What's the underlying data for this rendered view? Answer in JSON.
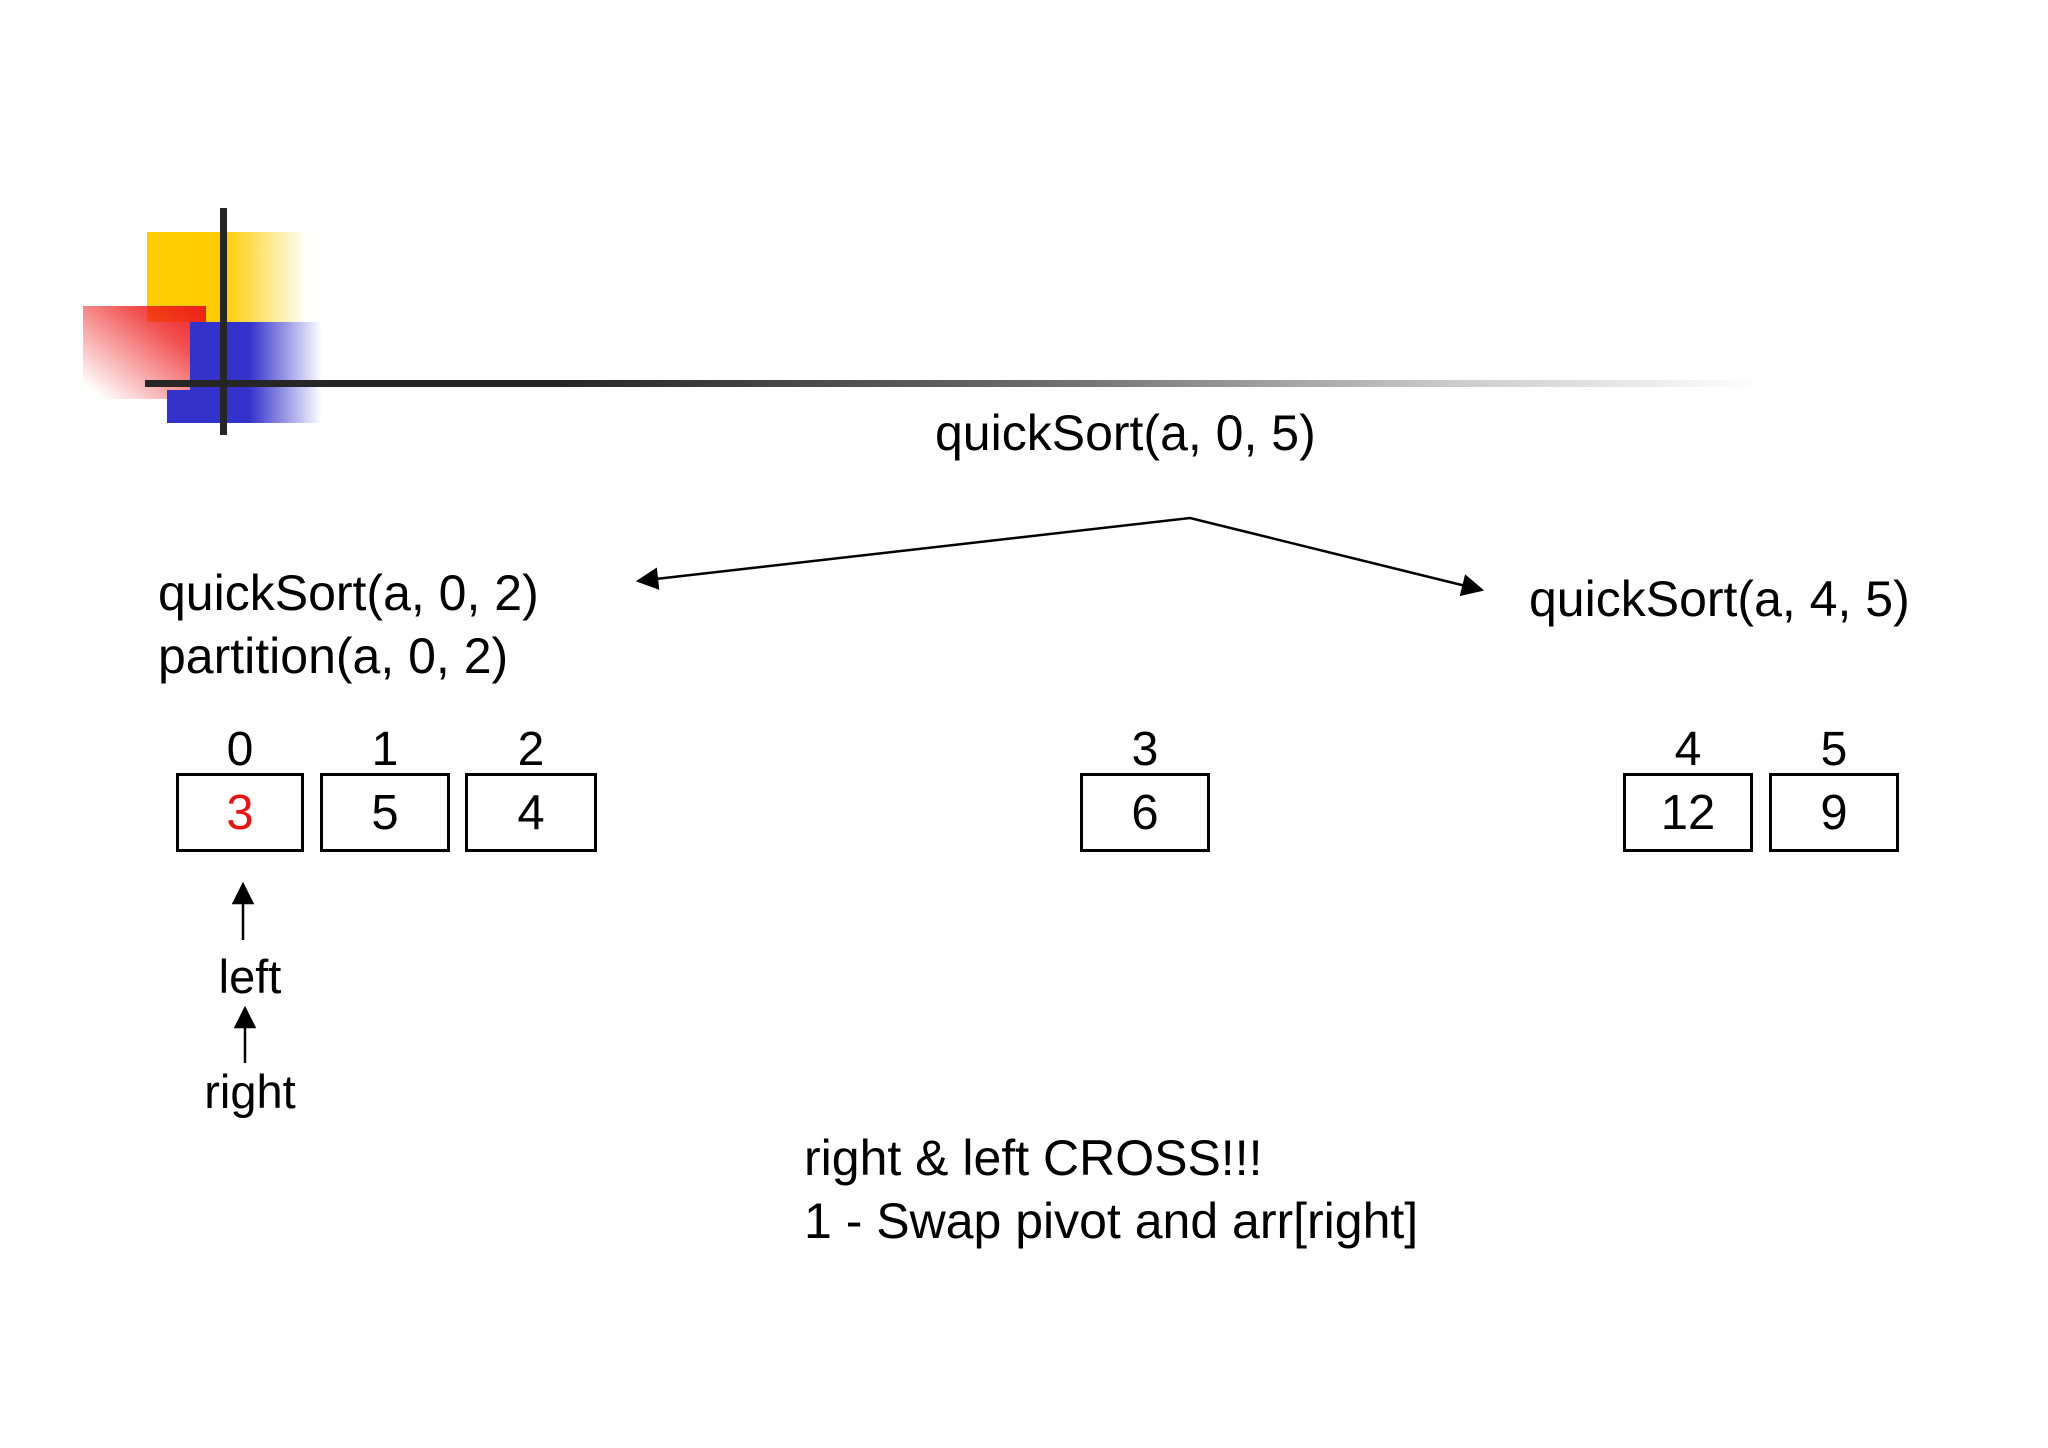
{
  "slide": {
    "title": "quickSort(a, 0, 5)",
    "left_branch": {
      "line1": "quickSort(a, 0, 2)",
      "line2": "partition(a, 0, 2)"
    },
    "right_branch": {
      "label": "quickSort(a, 4, 5)"
    },
    "array": {
      "cells": [
        {
          "index": "0",
          "value": "3",
          "highlight": true
        },
        {
          "index": "1",
          "value": "5",
          "highlight": false
        },
        {
          "index": "2",
          "value": "4",
          "highlight": false
        },
        {
          "index": "3",
          "value": "6",
          "highlight": false
        },
        {
          "index": "4",
          "value": "12",
          "highlight": false
        },
        {
          "index": "5",
          "value": "9",
          "highlight": false
        }
      ]
    },
    "pointers": {
      "left_label": "left",
      "right_label": "right"
    },
    "note": {
      "line1": "right & left CROSS!!!",
      "line2": "1 - Swap pivot and arr[right]"
    },
    "colors": {
      "highlight_red": "#ee1111",
      "logo_yellow": "#ffcc00",
      "logo_red": "#ee1c1c",
      "logo_blue": "#3333cc",
      "line_dark": "#262626"
    }
  }
}
